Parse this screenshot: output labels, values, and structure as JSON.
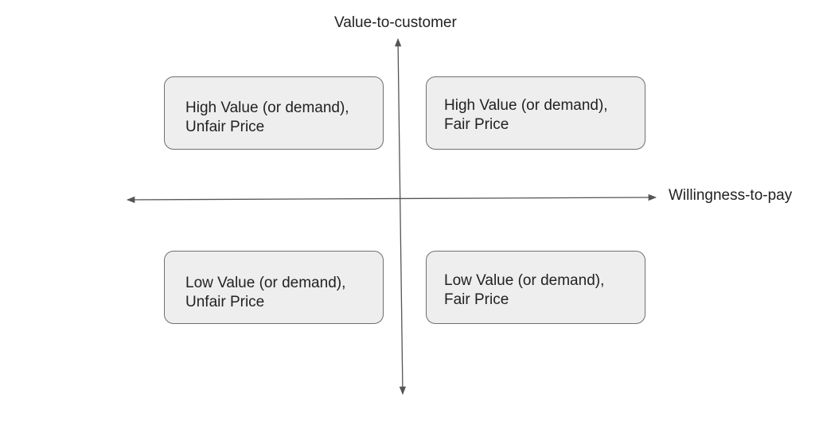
{
  "axes": {
    "y_label": "Value-to-customer",
    "x_label": "Willingness-to-pay",
    "y_arrows": "both-ends",
    "x_arrows": "both-ends",
    "line_color": "#555555"
  },
  "quadrants": [
    {
      "position": "top-left",
      "line1": "High Value (or demand),",
      "line2": "Unfair Price"
    },
    {
      "position": "top-right",
      "line1": "High Value (or demand),",
      "line2": "Fair Price"
    },
    {
      "position": "bottom-left",
      "line1": "Low Value (or demand),",
      "line2": "Unfair Price"
    },
    {
      "position": "bottom-right",
      "line1": "Low Value (or demand),",
      "line2": "Fair Price"
    }
  ],
  "colors": {
    "box_fill": "#eeeeee",
    "box_border": "#6f6f6f",
    "text": "#222222"
  }
}
